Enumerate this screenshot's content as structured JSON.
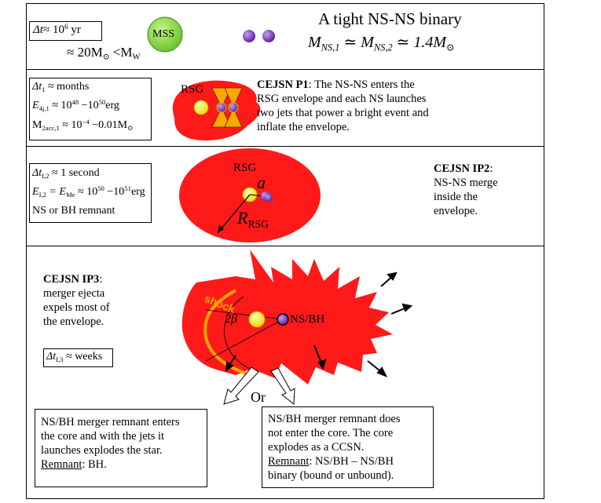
{
  "panel1": {
    "dt_lhs": "Δt",
    "dt_rel": "≈ 10",
    "dt_exp": "6",
    "dt_unit": "yr",
    "mass_rel": "≈ 20M",
    "mass_sun": "⊙",
    "mass_lt": " <M",
    "mass_sub": "W",
    "mss_label": "MSS",
    "binary_title": "A tight NS-NS binary",
    "ns1": "M",
    "ns1_sub": "NS,1",
    "ns_eq": " ≃ M",
    "ns2_sub": "NS,2",
    "ns_val": " ≃ 1.4M",
    "ns_sun": "⊙"
  },
  "panel2": {
    "dt": "Δt",
    "dt_sub": "1",
    "dt_val": " ≈ months",
    "e": "E",
    "e_sub": "4j,1",
    "e_val": " ≈ 10",
    "e_exp1": "48",
    "e_mid": " −10",
    "e_exp2": "50",
    "e_unit": "erg",
    "m": "M",
    "m_sub": "2acc,1",
    "m_val": " ≈ 10",
    "m_exp": "−4",
    "m_tail": " −0.01M",
    "m_sun": "⊙",
    "rsg_label": "RSG",
    "title": "CEJSN P1",
    "desc_rest": ": The NS-NS enters the",
    "desc_lines": [
      "RSG envelope and each NS launches",
      "two jets that power a bright event and",
      "inflate the envelope."
    ]
  },
  "panel3": {
    "dt": "Δt",
    "dt_sub": "I,2",
    "dt_val": " ≈ 1 second",
    "e": "E",
    "e_sub": "I,2",
    "e_mid": " = E",
    "e_sub2": "Me",
    "e_val": " ≈ 10",
    "e_exp1": "50",
    "e_dash": " −10",
    "e_exp2": "51",
    "e_unit": "erg",
    "remnant": "NS or BH remnant",
    "rsg_label": "RSG",
    "a_label": "a",
    "r_label": "R",
    "r_sub": "RSG",
    "title": "CEJSN IP2",
    "title_colon": ":",
    "desc_lines": [
      "NS-NS merge",
      "inside the",
      "envelope."
    ]
  },
  "panel4": {
    "title": "CEJSN IP3",
    "title_colon": ":",
    "desc_lines": [
      "merger ejecta",
      "expels most of",
      "the envelope."
    ],
    "dt": "Δt",
    "dt_sub": "I,3",
    "dt_val": " ≈ weeks",
    "shock_label": "shock",
    "beta_label": "2β",
    "nsbh_label": "NS/BH",
    "or_label": "Or",
    "left_outcome": [
      "NS/BH merger remnant enters",
      "the core and with the jets it",
      "launches explodes the star."
    ],
    "left_remnant_label": "Remnant",
    "left_remnant_val": ": BH.",
    "right_outcome": [
      "NS/BH merger remnant does",
      "not enter the core. The core",
      "explodes as a CCSN."
    ],
    "right_remnant_label": "Remnant",
    "right_remnant_val": ": NS/BH – NS/BH",
    "right_remnant_line2": "binary (bound or unbound)."
  },
  "colors": {
    "envelope": "#ff1a1a",
    "core": "#ffff00",
    "ns": "#7b2fbe",
    "mss": "#90e04a",
    "shock": "#ffa500",
    "jet": "#ffa500"
  }
}
